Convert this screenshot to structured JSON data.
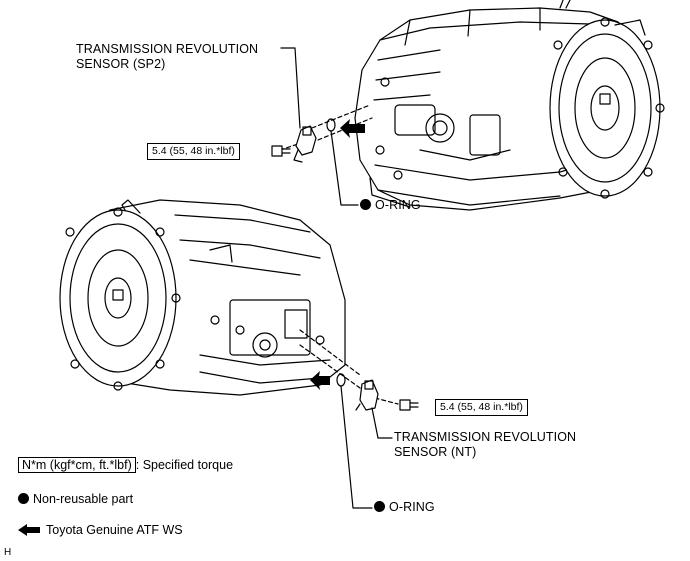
{
  "sensor_sp2": {
    "line1": "TRANSMISSION REVOLUTION",
    "line2": "SENSOR (SP2)"
  },
  "sensor_nt": {
    "line1": "TRANSMISSION REVOLUTION",
    "line2": "SENSOR (NT)"
  },
  "torque_top": "5.4 (55, 48 in.*lbf)",
  "torque_bottom": "5.4 (55, 48 in.*lbf)",
  "oring_top": "O-RING",
  "oring_bottom": "O-RING",
  "legend": {
    "torque_unit": "N*m (kgf*cm, ft.*lbf)",
    "torque_text": ": Specified torque",
    "non_reusable": "Non-reusable part",
    "atf": "Toyota Genuine ATF WS"
  },
  "corner_code": "H"
}
